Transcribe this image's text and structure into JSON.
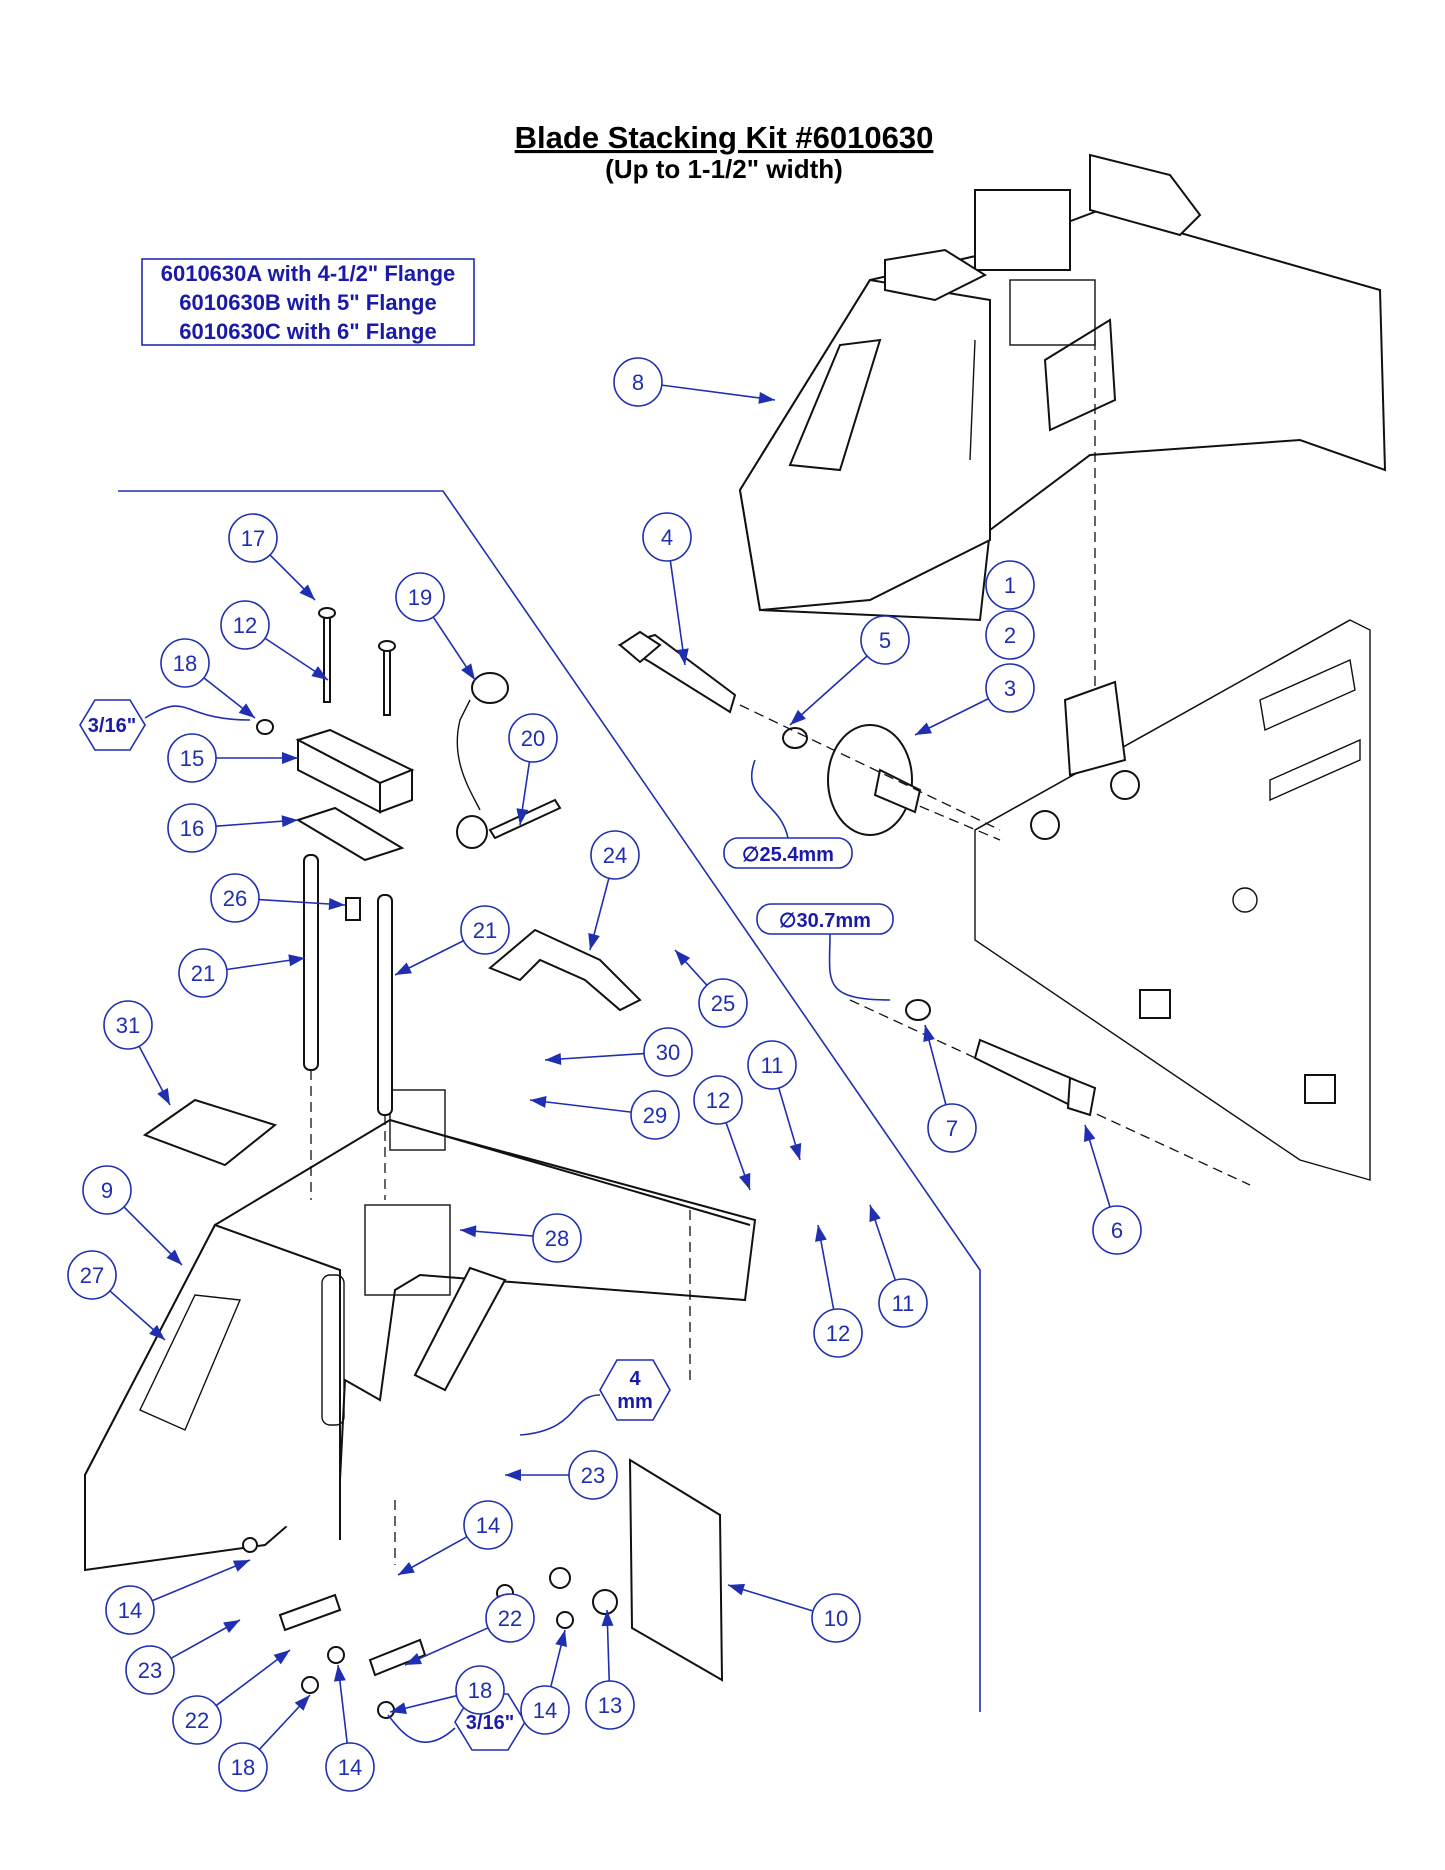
{
  "title": "Blade Stacking Kit #6010630",
  "subtitle": "(Up to 1-1/2\" width)",
  "variants": [
    "6010630A with 4-1/2\" Flange",
    "6010630B with 5\" Flange",
    "6010630C with 6\" Flange"
  ],
  "dimensions": {
    "bore_small": "25.4mm",
    "bore_large": "30.7mm",
    "diameter_symbol": "∅"
  },
  "hex_keys": {
    "top_left": "3/16\"",
    "bottom": "3/16\"",
    "mid_line1": "4",
    "mid_line2": "mm"
  },
  "callouts": [
    "8",
    "4",
    "1",
    "2",
    "5",
    "3",
    "7",
    "6",
    "17",
    "19",
    "12",
    "18",
    "15",
    "16",
    "20",
    "26",
    "24",
    "21",
    "21",
    "25",
    "30",
    "29",
    "31",
    "11",
    "12",
    "9",
    "28",
    "12",
    "11",
    "27",
    "23",
    "14",
    "10",
    "14",
    "22",
    "23",
    "22",
    "18",
    "13",
    "14",
    "18",
    "14"
  ]
}
